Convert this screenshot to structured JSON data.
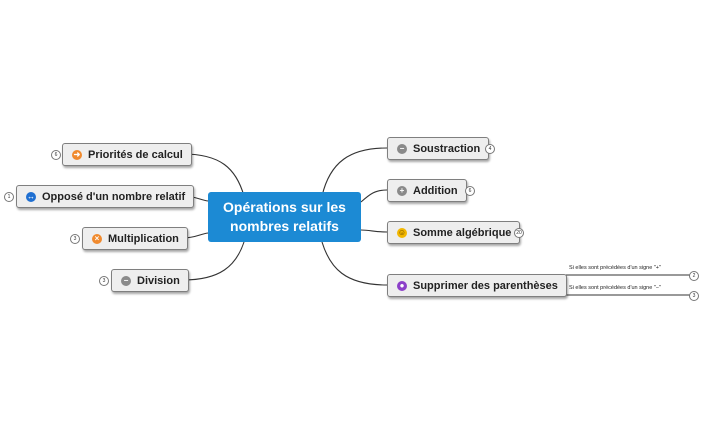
{
  "central": {
    "title": "Opérations sur les nombres relatifs"
  },
  "left_topics": [
    {
      "label": "Priorités de calcul",
      "icon": "arrow-right-icon",
      "icon_color": "#f08a2e",
      "count": "6"
    },
    {
      "label": "Opposé d'un nombre relatif",
      "icon": "arrows-horizontal-icon",
      "icon_color": "#1f6fd1",
      "count": "1"
    },
    {
      "label": "Multiplication",
      "icon": "times-icon",
      "icon_color": "#f08a2e",
      "count": "3"
    },
    {
      "label": "Division",
      "icon": "minus-icon",
      "icon_color": "#8a8a8a",
      "count": "3"
    }
  ],
  "right_topics": [
    {
      "label": "Soustraction",
      "icon": "minus-icon",
      "icon_color": "#8a8a8a",
      "count": "4"
    },
    {
      "label": "Addition",
      "icon": "plus-icon",
      "icon_color": "#8a8a8a",
      "count": "6"
    },
    {
      "label": "Somme algébrique",
      "icon": "smiley-icon",
      "icon_color": "#f2b700",
      "count": "20"
    },
    {
      "label": "Supprimer des parenthèses",
      "icon": "alien-icon",
      "icon_color": "#8c3fc9"
    }
  ],
  "subtopics": [
    {
      "label": "Si elles sont précédées d'un signe \"+\"",
      "count": "2"
    },
    {
      "label": "Si elles sont précédées d'un signe \"−\"",
      "count": "3"
    }
  ],
  "colors": {
    "central_bg": "#1c8ad4",
    "node_bg": "#eeeeee",
    "line": "#333333"
  }
}
